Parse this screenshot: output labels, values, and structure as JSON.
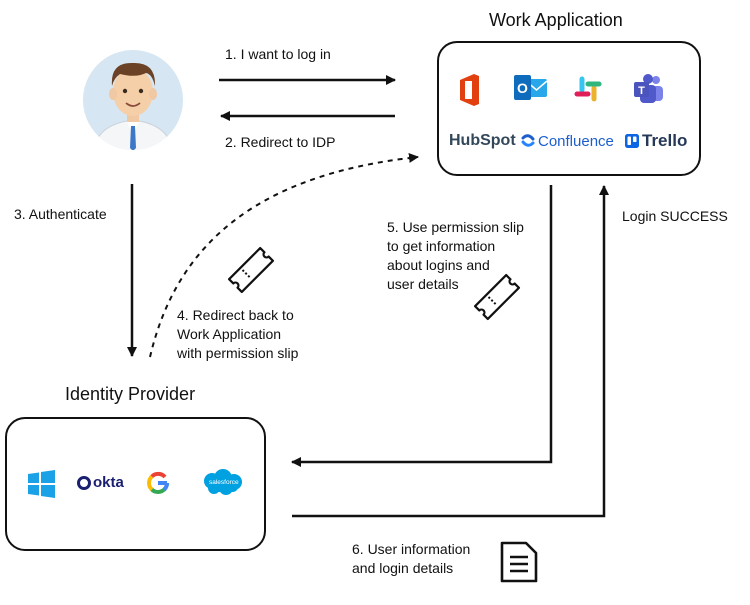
{
  "work_app": {
    "title": "Work Application",
    "apps": [
      {
        "name": "Microsoft Office",
        "icon": "office-icon"
      },
      {
        "name": "Outlook",
        "icon": "outlook-icon"
      },
      {
        "name": "Slack",
        "icon": "slack-icon"
      },
      {
        "name": "Microsoft Teams",
        "icon": "teams-icon"
      },
      {
        "name": "HubSpot",
        "icon": "hubspot-logo"
      },
      {
        "name": "Confluence",
        "icon": "confluence-logo"
      },
      {
        "name": "Trello",
        "icon": "trello-logo"
      }
    ],
    "hubspot_text": "HubSpot",
    "confluence_text": "Confluence",
    "trello_text": "Trello"
  },
  "idp": {
    "title": "Identity Provider",
    "providers": [
      {
        "name": "Windows",
        "icon": "windows-icon"
      },
      {
        "name": "Okta",
        "icon": "okta-logo"
      },
      {
        "name": "Google",
        "icon": "google-icon"
      },
      {
        "name": "Salesforce",
        "icon": "salesforce-logo"
      }
    ],
    "okta_text": "okta",
    "salesforce_text": "salesforce"
  },
  "steps": {
    "step1": "1. I want to log in",
    "step2": "2. Redirect to IDP",
    "step3": "3. Authenticate",
    "step4": "4. Redirect back to\nWork Application\nwith permission slip",
    "step5": "5. Use permission slip\nto get information\nabout logins and\nuser details",
    "step6": "6. User information\nand login details",
    "login_success": "Login SUCCESS"
  },
  "colors": {
    "office": "#e3400f",
    "outlook": "#0f6cbd",
    "teams": "#5059c9",
    "hubspot": "#33475b",
    "hubspot_accent": "#ff7a59",
    "confluence": "#1d5ecf",
    "trello": "#0c66e4",
    "windows": "#1aa1e6",
    "okta": "#1a1f71",
    "salesforce": "#00a1e0",
    "avatar_bg": "#d6e6f3"
  }
}
